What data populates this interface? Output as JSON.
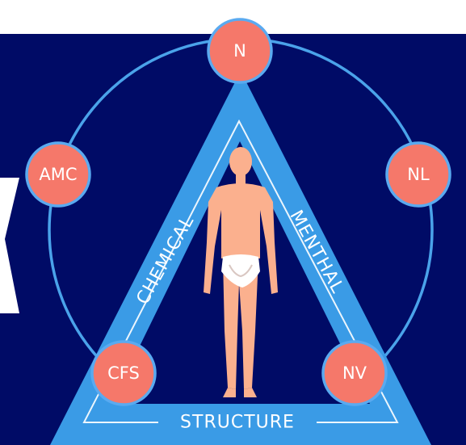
{
  "colors": {
    "background_dark": "#000b66",
    "background_light": "#ffffff",
    "ring": "#4aa3ea",
    "triangle": "#3a9be6",
    "node_fill": "#f5786a",
    "node_stroke": "#5aaaf0",
    "body": "#fbb08e",
    "text": "#ffffff"
  },
  "nodes": {
    "top": "N",
    "upper_left": "AMC",
    "upper_right": "NL",
    "lower_left": "CFS",
    "lower_right": "NV"
  },
  "sides": {
    "left": "CHEMICAL",
    "right": "MENTHAL",
    "bottom": "STRUCTURE"
  },
  "figure": {
    "icon": "human-body-icon"
  }
}
